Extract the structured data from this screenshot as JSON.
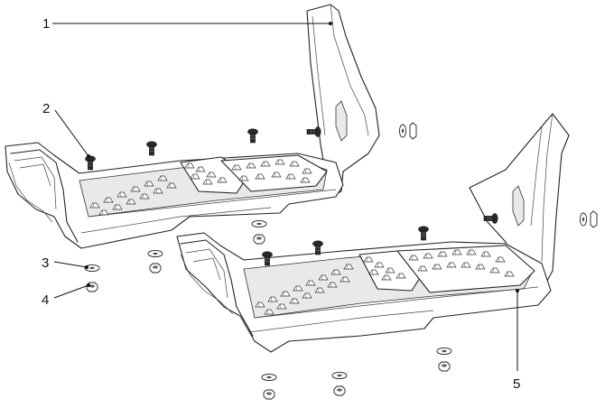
{
  "diagram": {
    "callouts": [
      {
        "id": "callout-1",
        "label": "1",
        "part": "left-step-assembly"
      },
      {
        "id": "callout-2",
        "label": "2",
        "part": "bolt"
      },
      {
        "id": "callout-3",
        "label": "3",
        "part": "washer"
      },
      {
        "id": "callout-4",
        "label": "4",
        "part": "nut"
      },
      {
        "id": "callout-5",
        "label": "5",
        "part": "right-step-assembly"
      }
    ],
    "colors": {
      "line": "#222222",
      "fill": "#ffffff",
      "shade": "#e9e9e9",
      "hardware": "#2b2b2b"
    }
  }
}
